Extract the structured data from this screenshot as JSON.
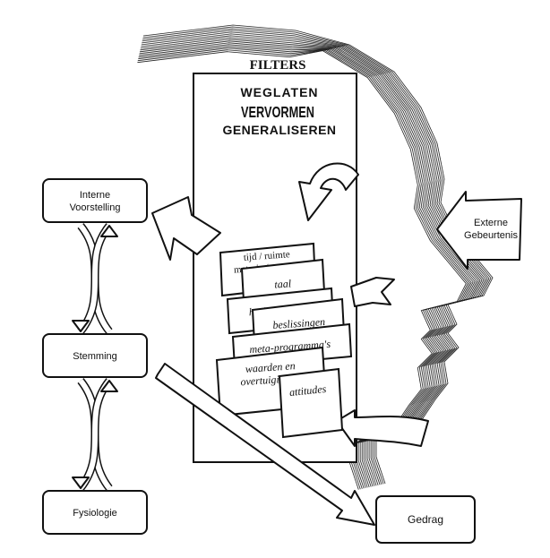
{
  "filters": {
    "heading": "FILTERS",
    "processes": [
      "WEGLATEN",
      "VERVORMEN",
      "GENERALISEREN"
    ]
  },
  "cards": [
    {
      "lines": [
        "tijd / ruimte",
        "materie / energie"
      ]
    },
    {
      "lines": [
        "taal"
      ]
    },
    {
      "lines": [
        "herinneringen"
      ]
    },
    {
      "lines": [
        "beslissingen"
      ]
    },
    {
      "lines": [
        "meta-programma's"
      ]
    },
    {
      "lines": [
        "waarden en",
        "overtuigingen"
      ]
    },
    {
      "lines": [
        "attitudes"
      ]
    }
  ],
  "boxes": {
    "interne": [
      "Interne",
      "Voorstelling"
    ],
    "stemming": [
      "Stemming"
    ],
    "fysiologie": [
      "Fysiologie"
    ],
    "externe": [
      "Externe",
      "Gebeurtenis"
    ],
    "gedrag": [
      "Gedrag"
    ]
  },
  "colors": {
    "ink": "#111111",
    "paper": "#ffffff"
  },
  "icons": [
    "head-profile-icon",
    "curved-arrow-icon",
    "braid-arrow-icon"
  ]
}
